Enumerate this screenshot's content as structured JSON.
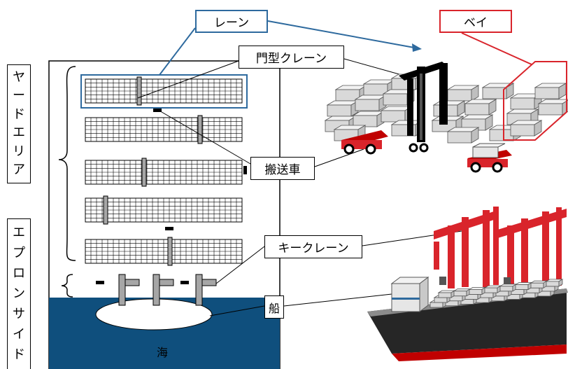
{
  "labels": {
    "lane": "レーン",
    "bay": "ベイ",
    "gantry_crane": "門型クレーン",
    "transport_vehicle": "搬送車",
    "quay_crane": "キークレーン",
    "ship": "船",
    "sea": "海"
  },
  "side_labels": {
    "yard_area": [
      "ヤ",
      "ー",
      "ド",
      "エ",
      "リ",
      "ア"
    ],
    "apron_side": [
      "エ",
      "プ",
      "ロ",
      "ン",
      "サ",
      "イ",
      "ド"
    ]
  },
  "colors": {
    "lane_border": "#2e6a9e",
    "bay_border": "#d9242b",
    "sea": "#0f4f7d",
    "crane_red": "#d9242b",
    "container_grey": "#d9d9d9"
  }
}
